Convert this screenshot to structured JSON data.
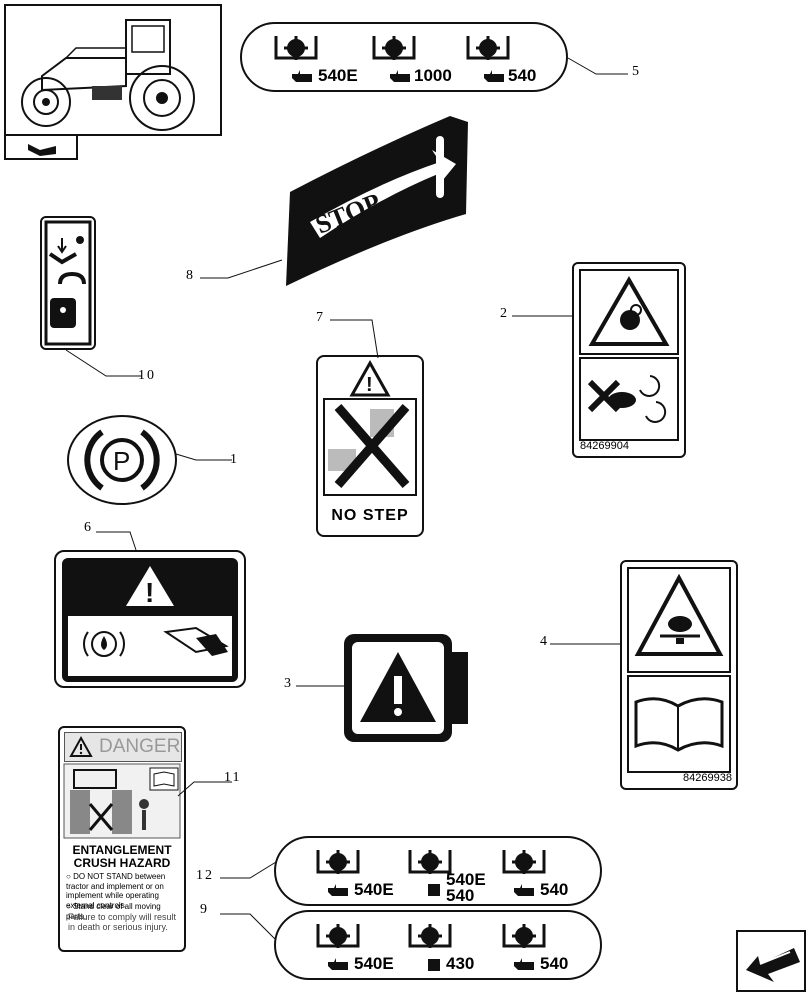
{
  "callouts": {
    "c1": "1",
    "c2": "2",
    "c3": "3",
    "c4": "4",
    "c5": "5",
    "c6": "6",
    "c7": "7",
    "c8": "8",
    "c9": "9",
    "c10": "10",
    "c11": "11",
    "c12": "12"
  },
  "decal5": {
    "labels": [
      "540E",
      "1000",
      "540"
    ]
  },
  "decal12": {
    "labels": [
      "540E",
      "540E",
      "540",
      "540"
    ]
  },
  "decal9": {
    "labels": [
      "540E",
      "430",
      "540"
    ]
  },
  "decal8": {
    "text": "STOP"
  },
  "decal7": {
    "text": "NO STEP"
  },
  "decal2": {
    "part_number": "84269904"
  },
  "decal4": {
    "part_number": "84269938"
  },
  "decal11": {
    "header": "DANGER",
    "title_line1": "ENTANGLEMENT",
    "title_line2": "CRUSH HAZARD",
    "bullet1": "DO NOT STAND between tractor and implement or on implement while operating external controls",
    "bullet2": "Stand clear of all moving parts.",
    "footer": "Failure to comply will result in death or serious injury."
  },
  "colors": {
    "ink": "#111111",
    "paper": "#ffffff"
  }
}
